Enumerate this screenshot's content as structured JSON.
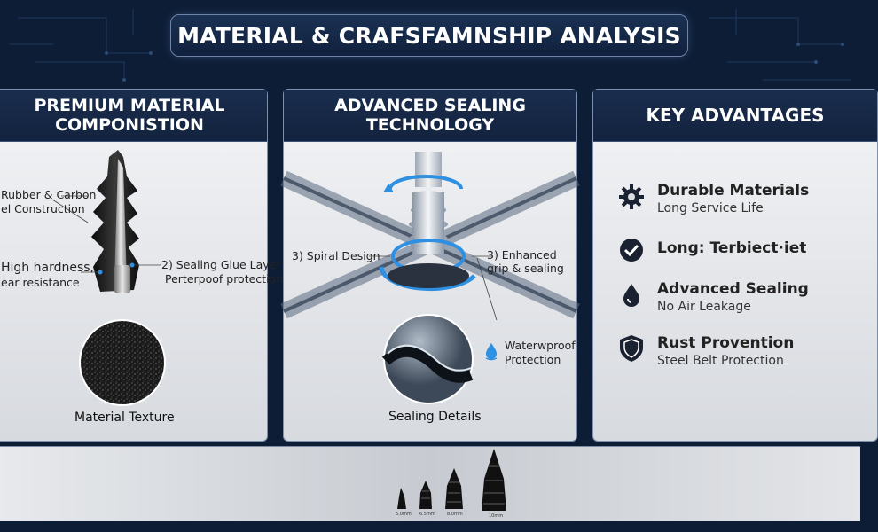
{
  "header": {
    "title": "MATERIAL & CRAFSFAMNSHIP ANALYSIS"
  },
  "panel_material": {
    "title_line1": "PREMIUM MATERIAL",
    "title_line2": "COMPONISTION",
    "label_rubber_1": "Rubber & Carbon",
    "label_rubber_2": "el Construction",
    "label_hardness_1": "High hardness,",
    "label_hardness_2": "ear resistance",
    "label_glue_1": "2) Sealing Glue Layer",
    "label_glue_2": "Perterpoof protection",
    "texture_caption": "Material Texture"
  },
  "panel_sealing": {
    "title_line1": "ADVANCED SEALING",
    "title_line2": "TECHNOLOGY",
    "label_spiral": "3) Spiral Design",
    "label_enhanced_1": "3) Enhanced",
    "label_enhanced_2": "grip & sealing",
    "label_water_1": "Waterwproof",
    "label_water_2": "Protection",
    "details_caption": "Sealing Details"
  },
  "panel_advantages": {
    "title": "KEY ADVANTAGES",
    "items": [
      {
        "icon": "gear-icon",
        "title": "Durable Materials",
        "subtitle": "Long Service Life"
      },
      {
        "icon": "check-circle-icon",
        "title": "Long: Terbiect·iet",
        "subtitle": ""
      },
      {
        "icon": "water-drop-icon",
        "title": "Advanced Sealing",
        "subtitle": "No Air Leakage"
      },
      {
        "icon": "shield-icon",
        "title": "Rust Provention",
        "subtitle": "Steel Belt Protection"
      }
    ]
  },
  "sizes": [
    "5.0mm",
    "6.5mm",
    "8.0mm",
    "10mm"
  ],
  "colors": {
    "navy": "#13233f",
    "accent_blue": "#2f8fe0",
    "panel_border": "#7b8fae"
  }
}
